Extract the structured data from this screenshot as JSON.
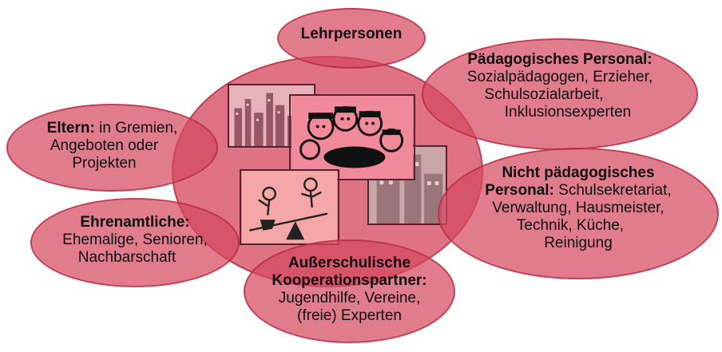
{
  "colors": {
    "blob_fill": "#d64a60",
    "blob_stroke": "#aa233a"
  },
  "center_images": [
    {
      "icon": "city-skyline-drawing"
    },
    {
      "icon": "children-group-drawing"
    },
    {
      "icon": "building-drawing"
    },
    {
      "icon": "children-seesaw-drawing"
    }
  ],
  "groups": {
    "lehrpersonen": {
      "title": "Lehrpersonen"
    },
    "paedagogisches": {
      "title": "Pädagogisches Personal:",
      "lines": [
        "Sozialpädagogen, Erzieher,",
        "Schulsozialarbeit,",
        "Inklusionsexperten"
      ]
    },
    "eltern": {
      "title": "Eltern:",
      "inline": " in Gremien,",
      "lines": [
        "Angeboten oder",
        "Projekten"
      ]
    },
    "nicht_paedagogisch": {
      "title_line1": "Nicht pädagogisches",
      "title_line2": "Personal:",
      "inline": " Schulsekretariat,",
      "lines": [
        "Verwaltung, Hausmeister,",
        "Technik, Küche,",
        "Reinigung"
      ]
    },
    "ehrenamtliche": {
      "title": "Ehrenamtliche:",
      "lines": [
        "Ehemalige, Senioren,",
        "Nachbarschaft"
      ]
    },
    "ausserschulische": {
      "title_line1": "Außerschulische",
      "title_line2": "Kooperationspartner:",
      "lines": [
        "Jugendhilfe, Vereine,",
        "(freie) Experten"
      ]
    }
  }
}
